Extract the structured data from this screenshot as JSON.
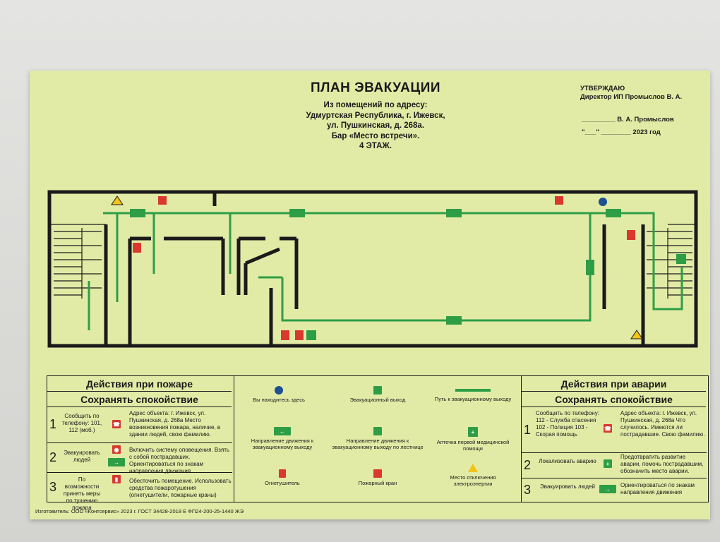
{
  "header": {
    "title": "ПЛАН ЭВАКУАЦИИ",
    "address_lines": [
      "Из помещений по адресу:",
      "Удмуртская Республика, г. Ижевск,",
      "ул. Пушкинская, д. 268а.",
      "Бар «Место встречи».",
      "4 ЭТАЖ."
    ]
  },
  "approval": {
    "line1": "УТВЕРЖДАЮ",
    "line2": "Директор ИП Промыслов В. А.",
    "signature_line": "_________    В. А. Промыслов",
    "date_line": "\"___\" ________ 2023 год"
  },
  "fire_actions": {
    "title": "Действия при пожаре",
    "subtitle": "Сохранять спокойствие",
    "rows": [
      {
        "num": "1",
        "action": "Сообщить по телефону: 101, 112 (моб.)",
        "details": "Адрес объекта: г. Ижевск, ул. Пушкинская, д. 268а Место возникновения пожара, наличие, в здании людей, свою фамилию."
      },
      {
        "num": "2",
        "action": "Эвакуировать людей",
        "details": "Включить систему оповещения. Взять с собой пострадавших. Ориентироваться по знакам направления движения."
      },
      {
        "num": "3",
        "action": "По возможности принять меры по тушению пожара",
        "details": "Обесточить помещение. Использовать средства пожаротушения (огнетушители, пожарные краны)"
      }
    ]
  },
  "legend": [
    {
      "label": "Вы находитесь здесь",
      "icon": "you-are-here-icon"
    },
    {
      "label": "Эвакуационный выход",
      "icon": "emergency-exit-icon"
    },
    {
      "label": "Путь к эвакуационному выходу",
      "icon": "evacuation-path-icon"
    },
    {
      "label": "Направление движения к эвакуационному выходу",
      "icon": "direction-arrow-icon"
    },
    {
      "label": "Направление движения к эвакуационному выходу по лестнице",
      "icon": "stairs-direction-icon"
    },
    {
      "label": "Аптечка первой медицинской помощи",
      "icon": "first-aid-icon"
    },
    {
      "label": "Огнетушитель",
      "icon": "fire-extinguisher-icon"
    },
    {
      "label": "Пожарный кран",
      "icon": "fire-hydrant-icon"
    },
    {
      "label": "Место отключения электроэнергии",
      "icon": "electric-shutoff-icon"
    }
  ],
  "accident_actions": {
    "title": "Действия при аварии",
    "subtitle": "Сохранять спокойствие",
    "rows": [
      {
        "num": "1",
        "action": "Сообщить по телефону: 112 - Служба спасения 102 - Полиция 103 - Скорая помощь",
        "details": "Адрес объекта: г. Ижевск, ул. Пушкинская, д. 268а Что случилось. Имеются ли пострадавшие. Свою фамилию."
      },
      {
        "num": "2",
        "action": "Локализовать аварию",
        "details": "Предотвратить развитие аварии, помочь пострадавшим, обозначить место аварии."
      },
      {
        "num": "3",
        "action": "Эвакуировать людей",
        "details": "Ориентироваться по знакам направления движения"
      }
    ]
  },
  "footer": "Изготовитель: ООО «Контсервис» 2023 г.  ГОСТ 34428-2018 Е  ФП24-200-25-1440 ЖЭ",
  "colors": {
    "sign_bg": "#e2eba6",
    "path_green": "#2e9e46",
    "wall": "#1a1a1a",
    "red": "#d9382f"
  }
}
